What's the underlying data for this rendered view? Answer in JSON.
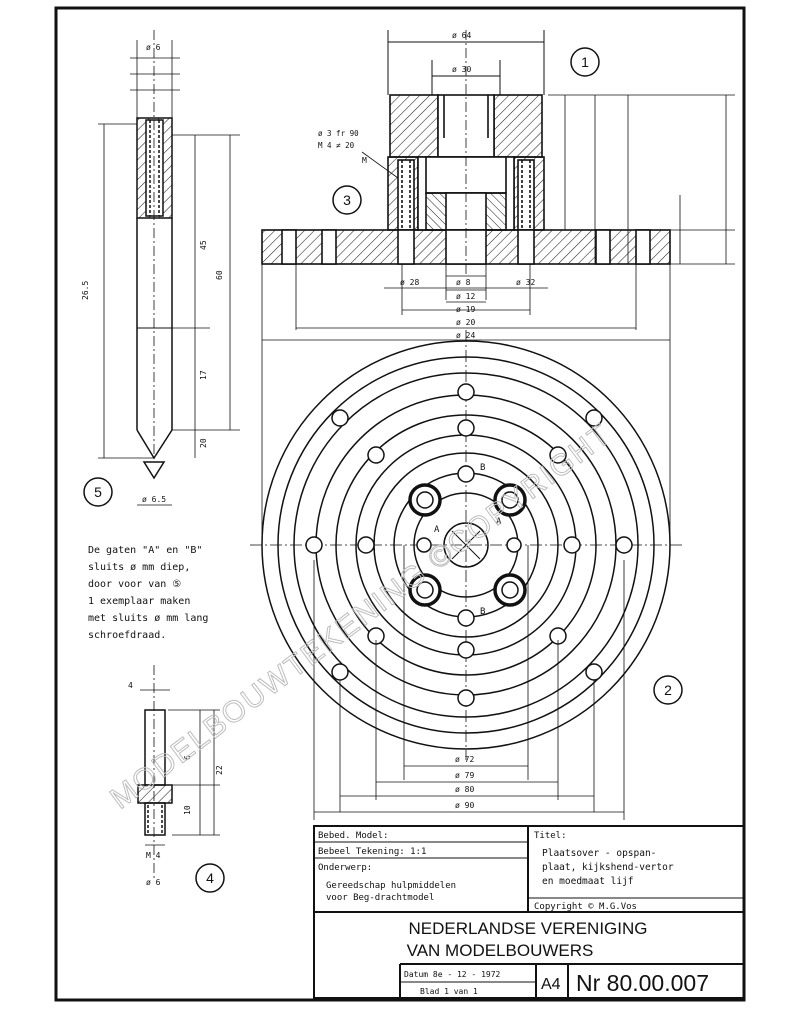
{
  "drawing": {
    "top_view": {
      "dims": [
        "ø 64",
        "ø 30",
        "ø 8",
        "ø 12",
        "ø 19",
        "ø 20",
        "ø 24",
        "ø 28",
        "ø 32",
        "M"
      ],
      "callout": "ø 3 fr 90\nM 4 ≠ 20"
    },
    "plan_view": {
      "hole_labels": [
        "A",
        "A",
        "B",
        "B"
      ],
      "dims": [
        "ø 72",
        "ø 79",
        "ø 80",
        "ø 90"
      ]
    },
    "side_view": {
      "dims": [
        "26.5",
        "45",
        "60",
        "17",
        "20",
        "ø 6",
        "ø 6.5"
      ]
    },
    "pin_view": {
      "dims": [
        "4",
        "6",
        "10",
        "22",
        "M 4",
        "ø 6"
      ]
    },
    "part_numbers": [
      "1",
      "2",
      "3",
      "4",
      "5"
    ],
    "note": "De gaten \"A\" en \"B\"\nsluits ø mm diep,\ndoor voor van ⑤\n1 exemplaar maken\nmet sluits ø mm lang\nschroefdraad.",
    "watermark": "MODELBOUWTEKENING ©COPYRIGHT"
  },
  "title_block": {
    "left_rows": [
      "Bebed. Model:",
      "Bebeel Tekening: 1:1",
      "Onderwerp:",
      "Gereedschap hulpmiddelen\nvoor Beg-drachtmodel"
    ],
    "title_label": "Titel:",
    "title_text": "Plaatsover - opspan-\nplaat, kijkshend-vertor\nen moedmaat lijf",
    "copyright": "Copyright © M.G.Vos",
    "org_line1": "NEDERLANDSE VERENIGING",
    "org_line2": "VAN MODELBOUWERS",
    "date_row": "Datum 8e - 12 - 1972",
    "sheet_row": "Blad 1 van 1",
    "format": "A4",
    "number": "Nr 80.00.007"
  }
}
